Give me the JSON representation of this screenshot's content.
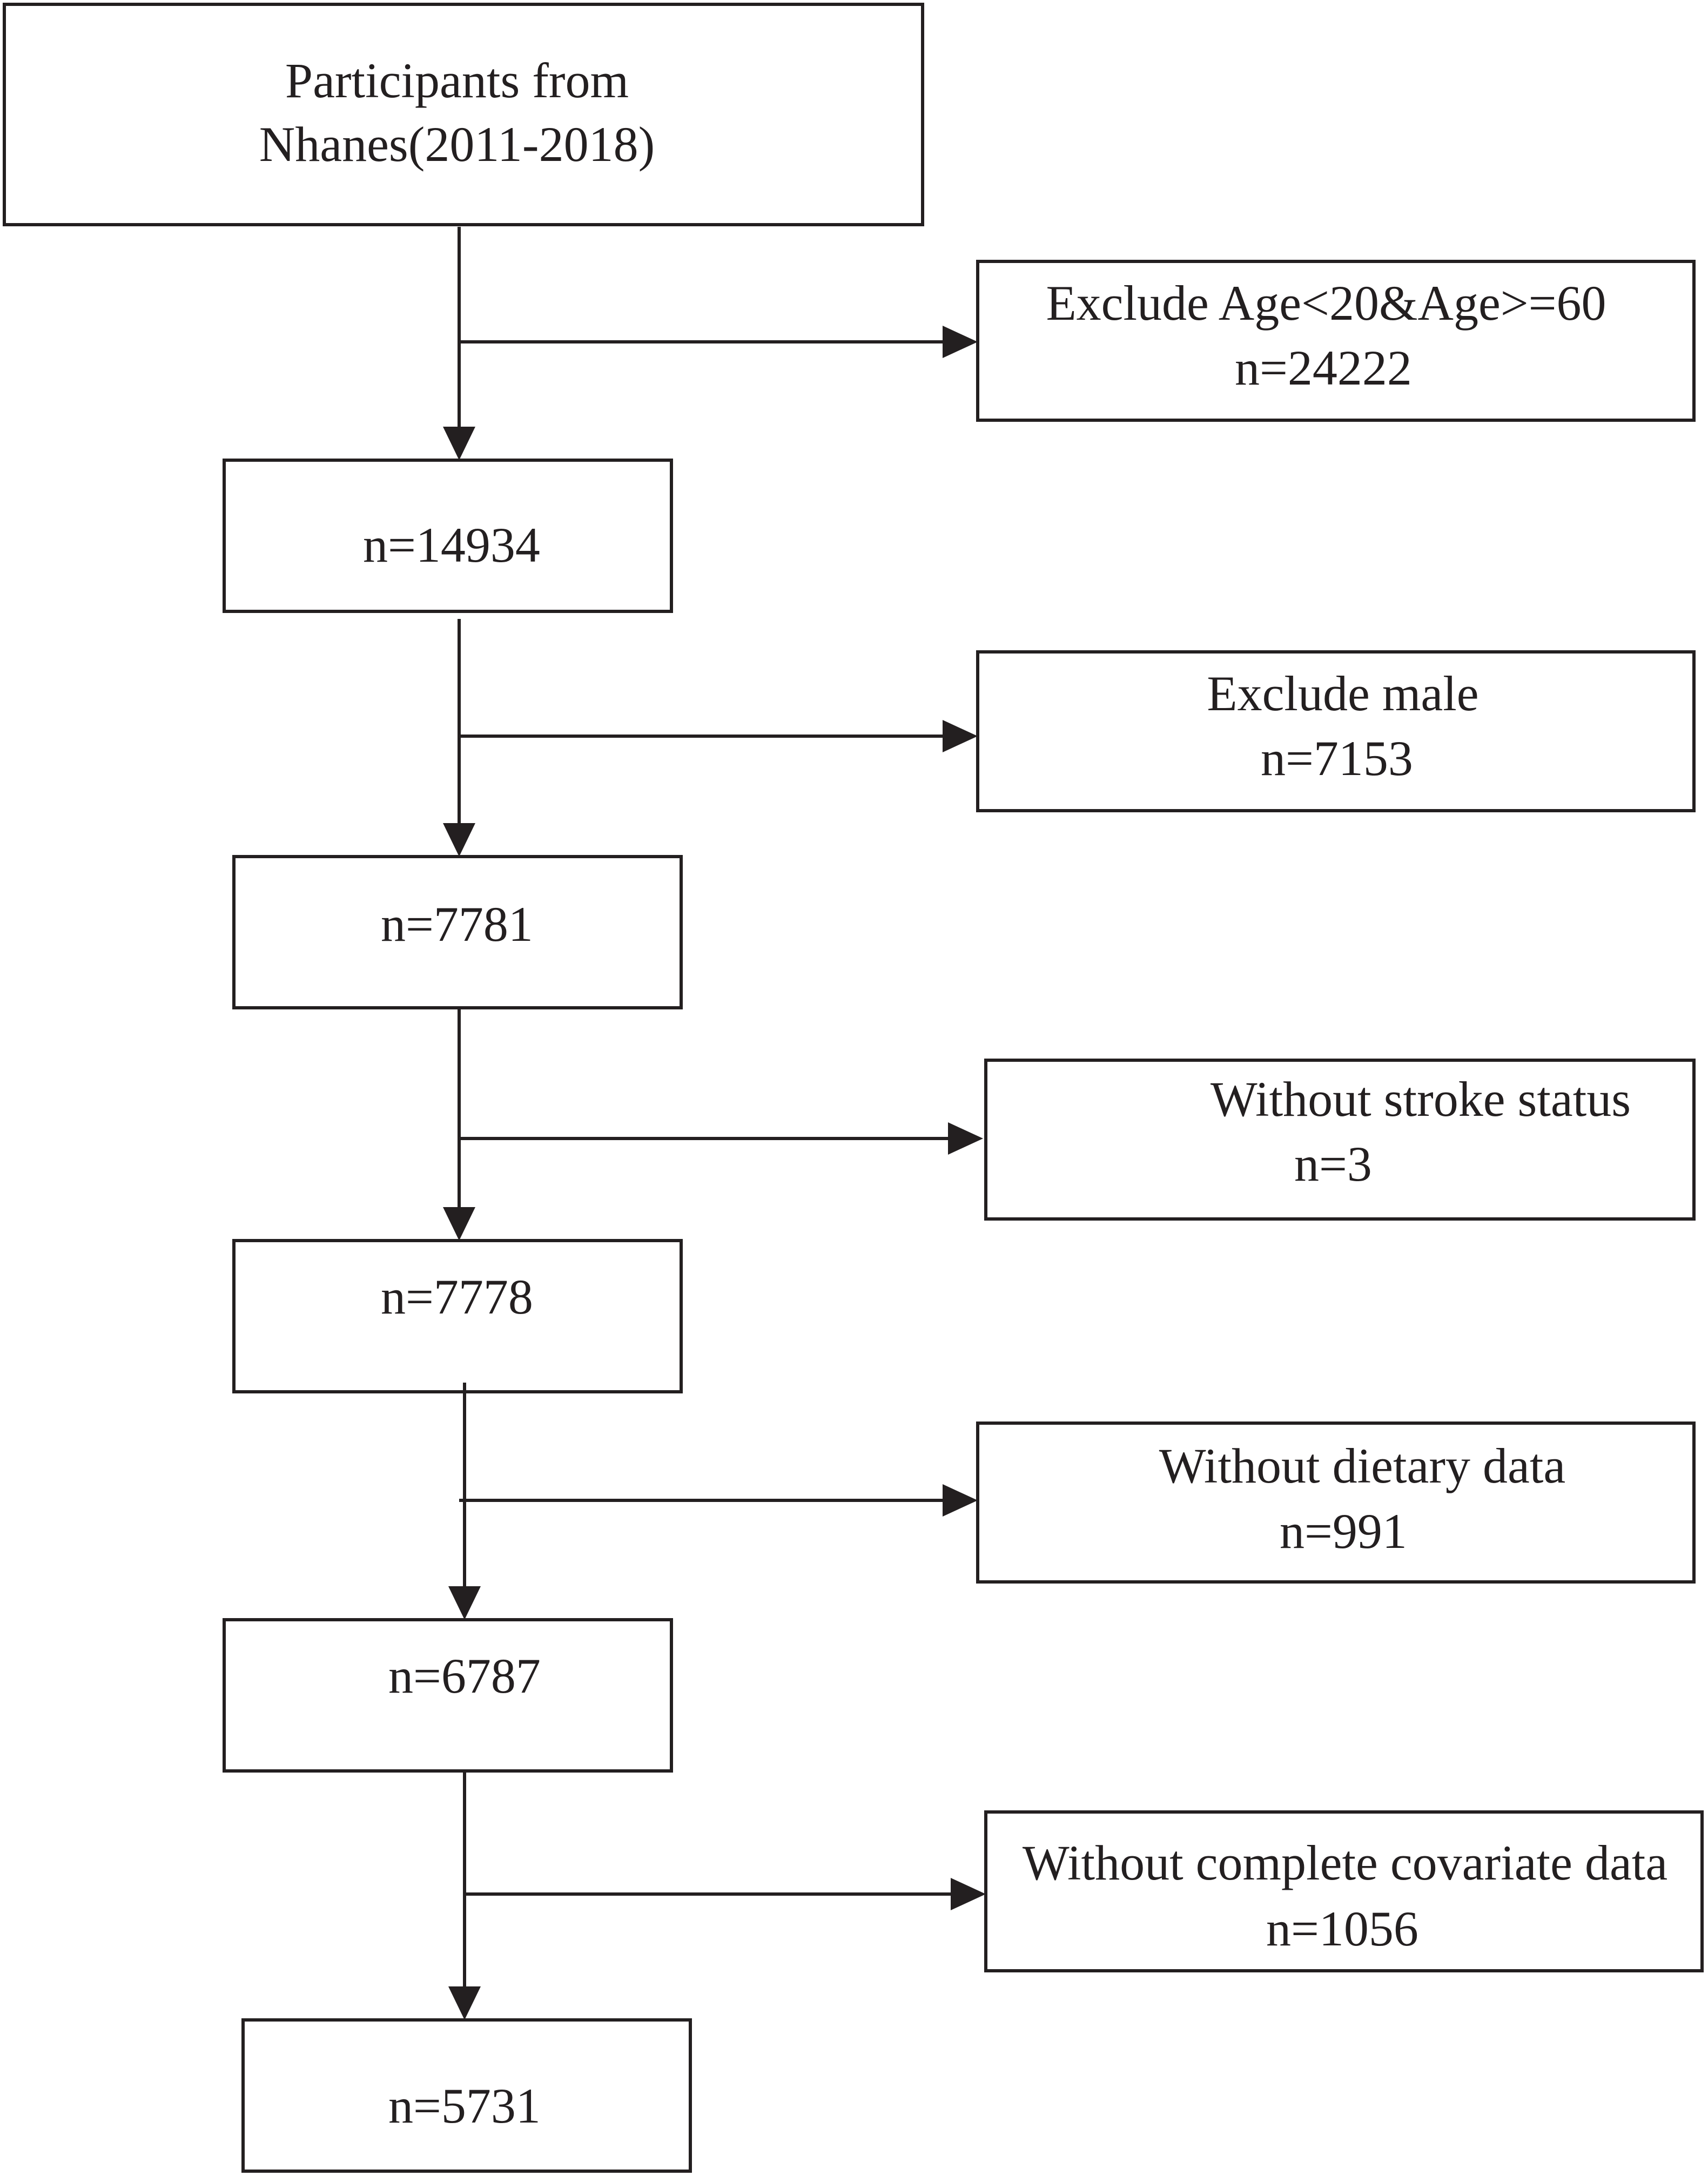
{
  "colors": {
    "stroke": "#231f20",
    "background": "#ffffff",
    "text": "#231f20"
  },
  "main_boxes": [
    {
      "lines": [
        "Participants from",
        "Nhanes(2011-2018)"
      ]
    },
    {
      "lines": [
        "n=14934"
      ]
    },
    {
      "lines": [
        "n=7781"
      ]
    },
    {
      "lines": [
        "n=7778"
      ]
    },
    {
      "lines": [
        "n=6787"
      ]
    },
    {
      "lines": [
        "n=5731"
      ]
    }
  ],
  "exclusion_boxes": [
    {
      "lines": [
        "Exclude Age<20&Age>=60",
        "n=24222"
      ]
    },
    {
      "lines": [
        "Exclude  male",
        "n=7153"
      ]
    },
    {
      "lines": [
        "Without stroke status",
        "n=3"
      ]
    },
    {
      "lines": [
        "Without dietary data",
        "n=991"
      ]
    },
    {
      "lines": [
        "Without complete covariate data",
        "n=1056"
      ]
    }
  ]
}
